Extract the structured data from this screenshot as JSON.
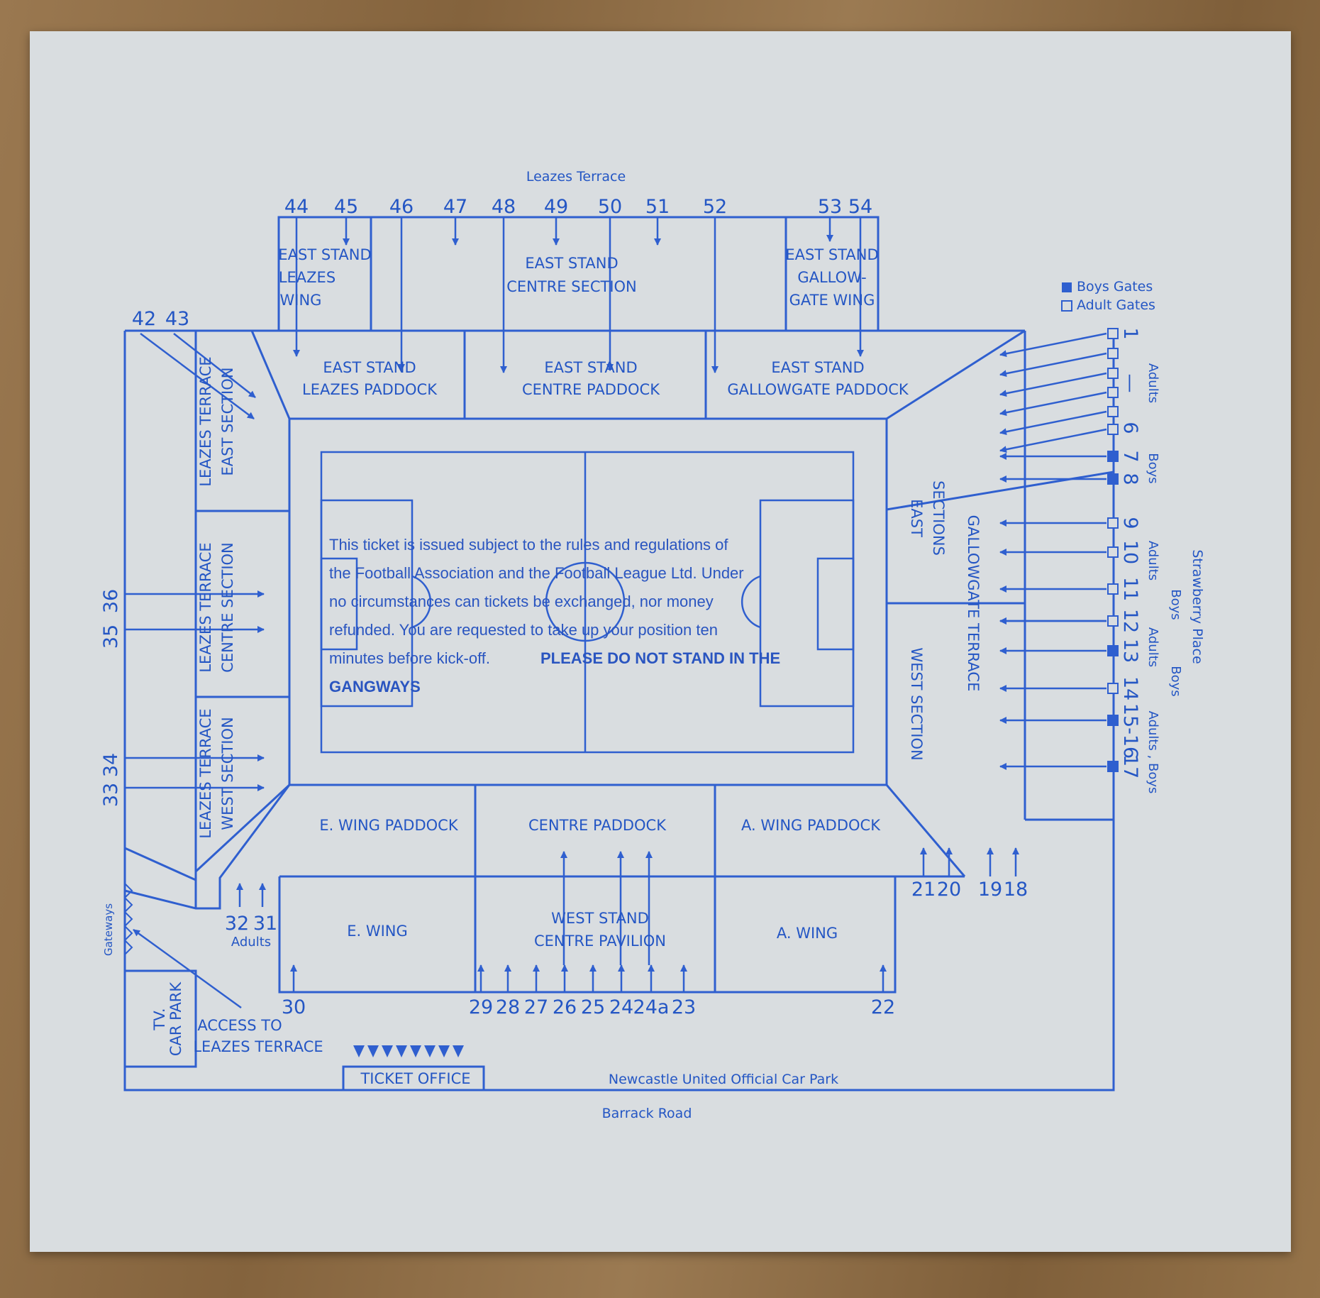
{
  "streets": {
    "top": "Leazes Terrace",
    "bottom": "Barrack Road",
    "right": "Strawberry Place",
    "car_park": "Newcastle United Official Car Park"
  },
  "legend": {
    "boys": "Boys Gates",
    "adults": "Adult Gates"
  },
  "sections": {
    "es_leazes_wing": [
      "EAST STAND",
      "LEAZES",
      "WING"
    ],
    "es_centre_section": [
      "EAST STAND",
      "CENTRE SECTION"
    ],
    "es_gallowgate_wing": [
      "EAST STAND",
      "GALLOW-",
      "GATE WING"
    ],
    "es_leazes_paddock": [
      "EAST STAND",
      "LEAZES PADDOCK"
    ],
    "es_centre_paddock": [
      "EAST STAND",
      "CENTRE PADDOCK"
    ],
    "es_gallowgate_paddock": [
      "EAST STAND",
      "GALLOWGATE PADDOCK"
    ],
    "lt_east": [
      "LEAZES TERRACE",
      "EAST SECTION"
    ],
    "lt_centre": [
      "LEAZES TERRACE",
      "CENTRE SECTION"
    ],
    "lt_west": [
      "LEAZES TERRACE",
      "WEST SECTION"
    ],
    "gt_east": [
      "EAST",
      "SECTIONS"
    ],
    "gt_west": "WEST SECTION",
    "gallowgate_terrace": "GALLOWGATE TERRACE",
    "e_wing_paddock": "E. WING PADDOCK",
    "centre_paddock": "CENTRE PADDOCK",
    "a_wing_paddock": "A. WING PADDOCK",
    "e_wing": "E. WING",
    "west_stand": [
      "WEST STAND",
      "CENTRE PAVILION"
    ],
    "a_wing": "A. WING",
    "tv_car_park": [
      "TV.",
      "CAR PARK"
    ],
    "access": [
      "ACCESS TO",
      "LEAZES TERRACE"
    ],
    "ticket_office": "TICKET OFFICE",
    "gateways": "Gateways"
  },
  "notice": {
    "lines": [
      "This ticket is issued subject to the rules and regulations of",
      "the Football Association and the Football League Ltd. Under",
      "no circumstances can tickets be exchanged, nor money",
      "refunded. You are requested to take up your position ten",
      "minutes before kick-off."
    ],
    "bold_tail": "PLEASE DO NOT STAND IN THE",
    "bold_last": "GANGWAYS"
  },
  "gates": {
    "top": [
      "44",
      "45",
      "46",
      "47",
      "48",
      "49",
      "50",
      "51",
      "52",
      "53",
      "54"
    ],
    "left_top": [
      "42",
      "43"
    ],
    "left": [
      "36",
      "35",
      "34",
      "33"
    ],
    "bottom_left": [
      "32",
      "31"
    ],
    "bottom_left_note": "Adults",
    "bottom": [
      "30",
      "29",
      "28",
      "27",
      "26",
      "25",
      "24",
      "24a",
      "23",
      "22"
    ],
    "bottom_right": [
      "21",
      "20",
      "19",
      "18"
    ],
    "right": [
      "1",
      "—",
      "6",
      "7",
      "8",
      "9",
      "10",
      "11",
      "12",
      "13",
      "14",
      "15-16",
      "17"
    ],
    "right_notes": [
      "Adults",
      "Boys",
      "Adults",
      "Boys",
      "Adults",
      "Boys",
      "Adults , Boys"
    ]
  },
  "colors": {
    "ink": "#2f5fcf",
    "paper": "#d9dde0"
  }
}
